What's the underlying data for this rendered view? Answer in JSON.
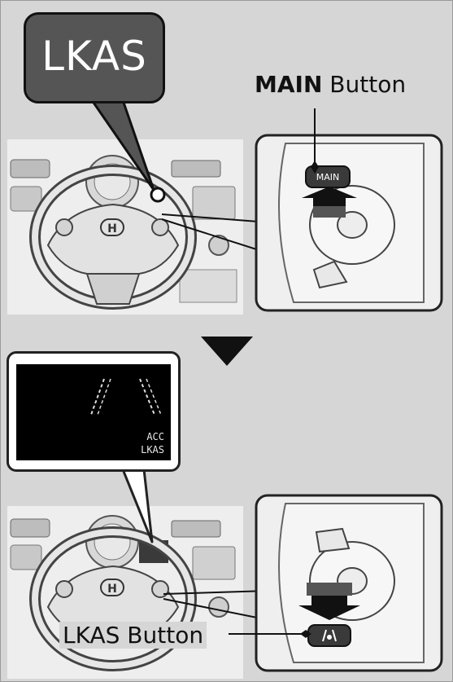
{
  "callouts": {
    "lkas_indicator": "LKAS",
    "main_button_bold": "MAIN",
    "main_button_rest": " Button",
    "lkas_button": "LKAS Button"
  },
  "switch_labels": {
    "main": "MAIN"
  },
  "display": {
    "line1": "ACC",
    "line2": "LKAS"
  },
  "icons": [
    "arrow-down-icon",
    "press-arrow-icon",
    "lane-keep-icon",
    "honda-logo-icon"
  ],
  "colors": {
    "background": "#d6d6d6",
    "callout_fill": "#555555",
    "display_screen": "#000000"
  }
}
